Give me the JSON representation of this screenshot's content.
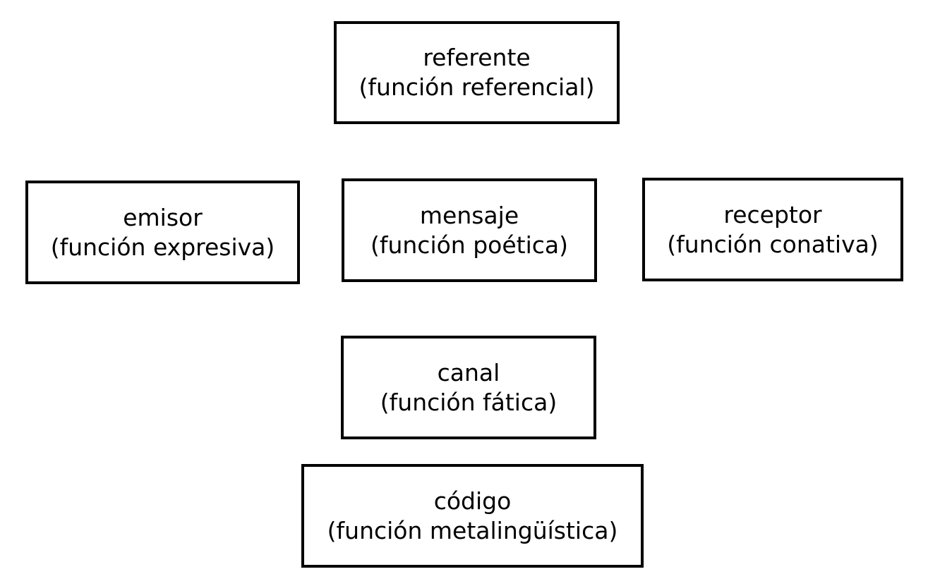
{
  "boxes": {
    "referente": {
      "name": "referente",
      "function": "(función referencial)"
    },
    "emisor": {
      "name": "emisor",
      "function": "(función expresiva)"
    },
    "mensaje": {
      "name": "mensaje",
      "function": "(función poética)"
    },
    "receptor": {
      "name": "receptor",
      "function": "(función conativa)"
    },
    "canal": {
      "name": "canal",
      "function": "(función fática)"
    },
    "codigo": {
      "name": "código",
      "function": "(función metalingüística)"
    }
  },
  "colors": {
    "border": "#000000",
    "text": "#000000",
    "background": "#ffffff"
  }
}
